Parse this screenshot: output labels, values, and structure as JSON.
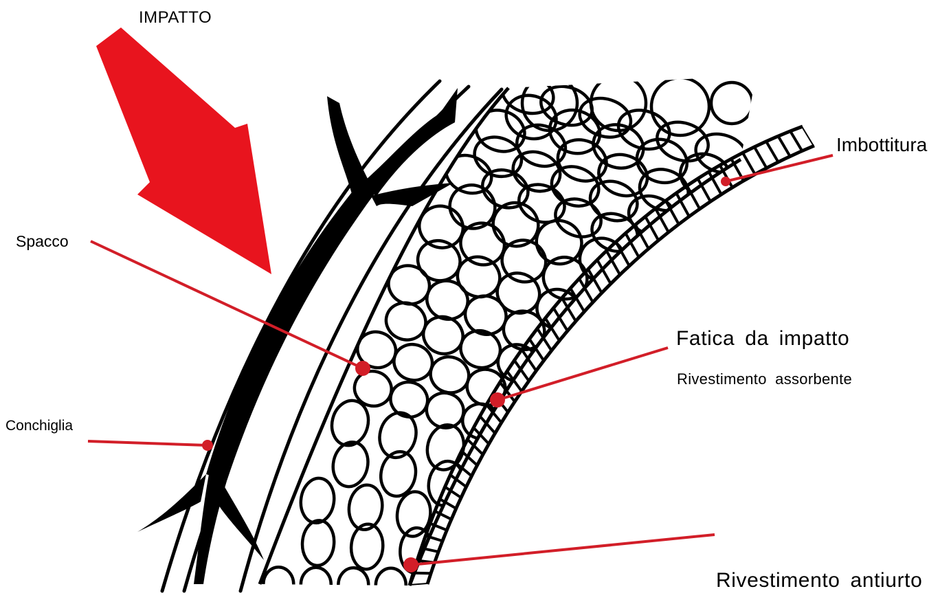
{
  "labels": {
    "impact": "IMPATTO",
    "padding": "Imbottitura",
    "gap": "Spacco",
    "impact_fatigue": "Fatica da impatto",
    "absorbent_liner": "Rivestimento assorbente",
    "shell": "Conchiglia",
    "impact_liner": "Rivestimento antiurto"
  },
  "colors": {
    "arrow": "#e8141e",
    "leader": "#d21e28",
    "ink": "#000000",
    "background": "#ffffff"
  }
}
